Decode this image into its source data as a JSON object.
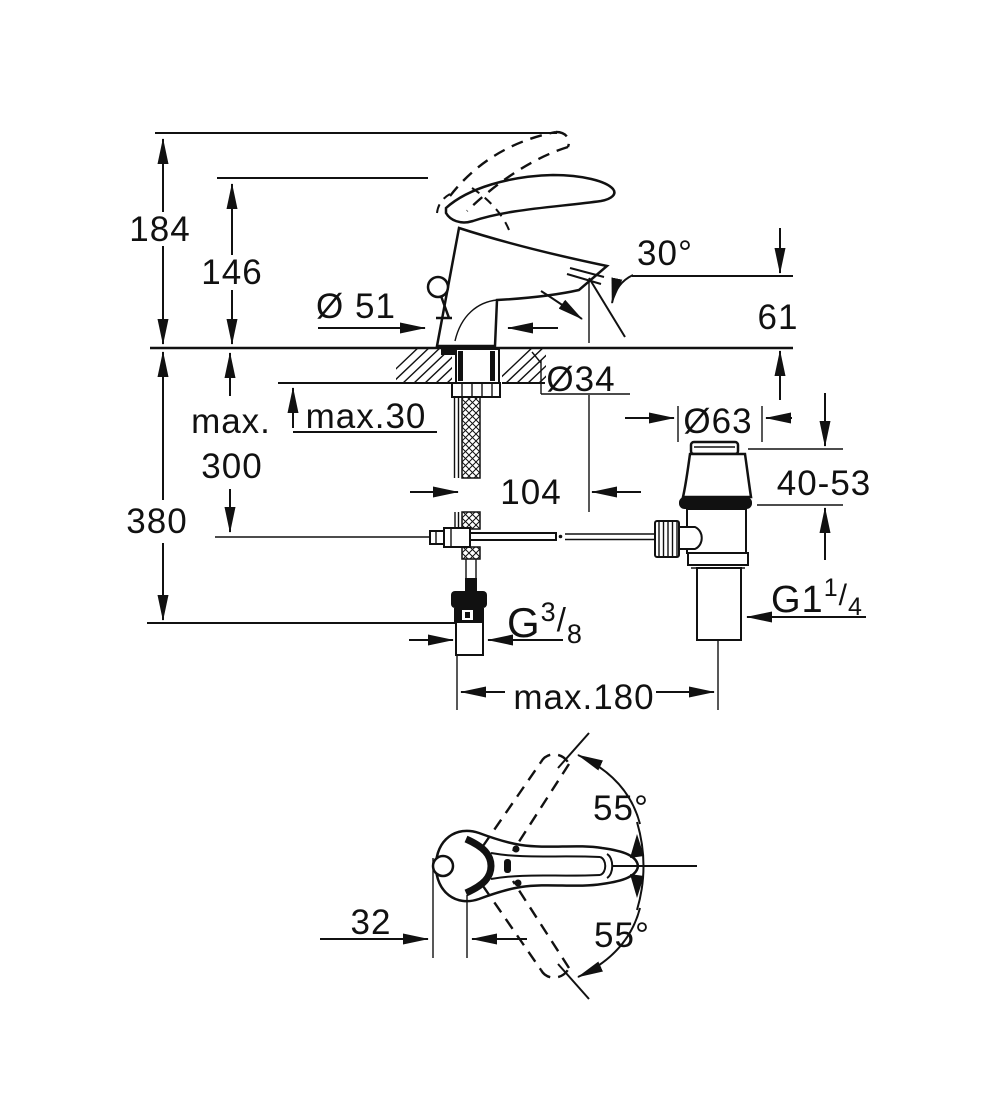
{
  "labels": {
    "h184": "184",
    "h146": "146",
    "dia51": "Ø 51",
    "angle30": "30°",
    "h61": "61",
    "dia34": "Ø34",
    "max30": "max.30",
    "max_word": "max.",
    "max300": "300",
    "d380": "380",
    "proj104": "104",
    "dia63": "Ø63",
    "range4053": "40-53",
    "max180": "max.180",
    "d32": "32",
    "swivel_up": "55°",
    "swivel_down": "55°",
    "g38": {
      "base": "G",
      "sup": "3",
      "slash": "/",
      "sub": "8"
    },
    "g114": {
      "base": "G1",
      "sup": "1",
      "slash": "/",
      "sub": "4"
    }
  },
  "colors": {
    "ink": "#111111",
    "paper": "#ffffff"
  }
}
